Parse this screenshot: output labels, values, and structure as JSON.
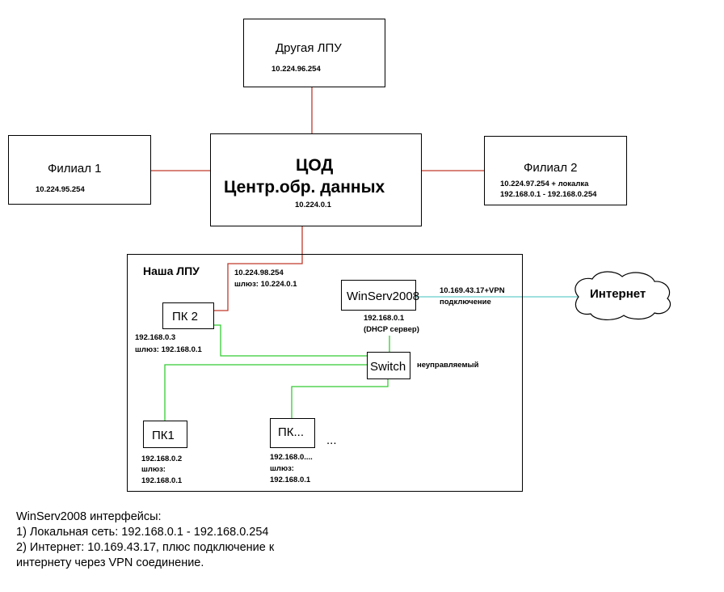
{
  "nodes": {
    "other_lpu": {
      "title": "Другая ЛПУ",
      "ip": "10.224.96.254"
    },
    "branch1": {
      "title": "Филиал 1",
      "ip": "10.224.95.254"
    },
    "datacenter": {
      "title": "ЦОД",
      "subtitle": "Центр.обр. данных",
      "ip": "10.224.0.1"
    },
    "branch2": {
      "title": "Филиал 2",
      "ip_line1": "10.224.97.254 + локалка",
      "ip_line2": "192.168.0.1 - 192.168.0.254"
    },
    "our_lpu": {
      "title": "Наша ЛПУ"
    },
    "pc2": {
      "title": "ПК 2",
      "wan_ip": "10.224.98.254",
      "wan_gw": "шлюз: 10.224.0.1",
      "lan_ip": "192.168.0.3",
      "lan_gw": "шлюз: 192.168.0.1"
    },
    "winserv": {
      "title": "WinServ2008",
      "ip": "192.168.0.1",
      "role": "(DHCP сервер)",
      "ext_ip": "10.169.43.17+VPN",
      "ext_note": "подключение"
    },
    "internet": {
      "title": "Интернет"
    },
    "switch": {
      "title": "Switch",
      "note": "неуправляемый"
    },
    "pc1": {
      "title": "ПК1",
      "ip": "192.168.0.2",
      "gw_label": "шлюз:",
      "gw": "192.168.0.1"
    },
    "pcn": {
      "title": "ПК...",
      "ip": "192.168.0....",
      "gw_label": "шлюз:",
      "gw": "192.168.0.1",
      "ellipsis": "..."
    }
  },
  "notes": {
    "line1": "WinServ2008 интерфейсы:",
    "line2": "1) Локальная сеть: 192.168.0.1 - 192.168.0.254",
    "line3": "2) Интернет: 10.169.43.17, плюс подключение к",
    "line4": "интернету через VPN соединение."
  },
  "colors": {
    "wan_link": "#c0392b",
    "lan_link": "#33cc33",
    "internet_link": "#66cccc",
    "border": "#000000"
  }
}
